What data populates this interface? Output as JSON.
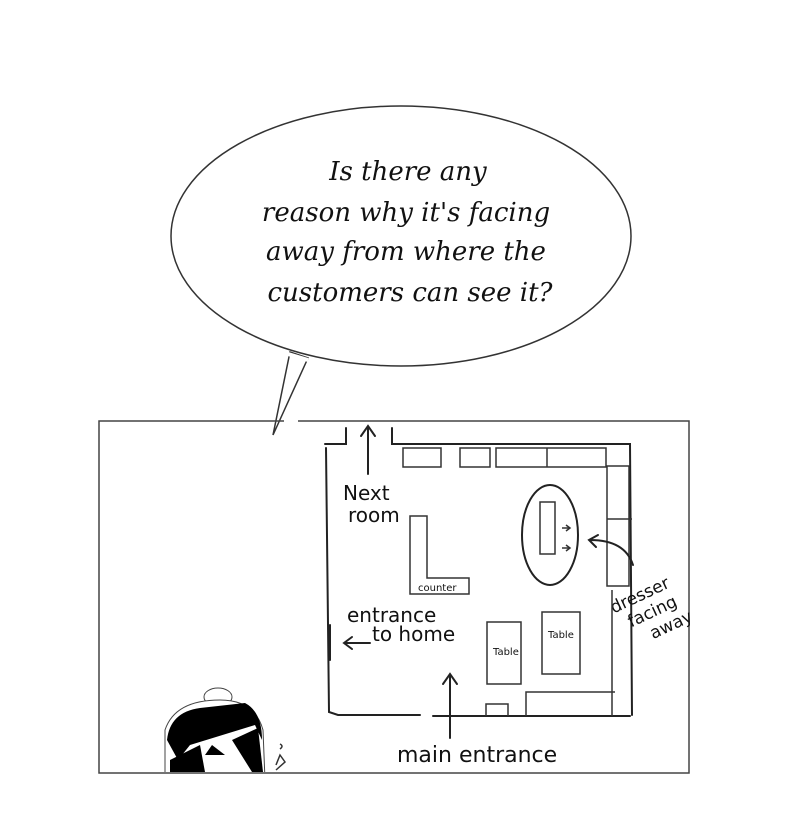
{
  "speech_bubble": {
    "lines": [
      "Is there any",
      "reason why it's facing",
      "away from where the",
      "customers can see it?"
    ]
  },
  "floor_plan": {
    "next_room": [
      "Next",
      "room"
    ],
    "counter": "counter",
    "entrance_home": [
      "entrance",
      "to home"
    ],
    "tables": [
      "Table",
      "Table"
    ],
    "dresser_note": [
      "dresser",
      "facing",
      "away"
    ],
    "main_entrance": "main entrance"
  }
}
